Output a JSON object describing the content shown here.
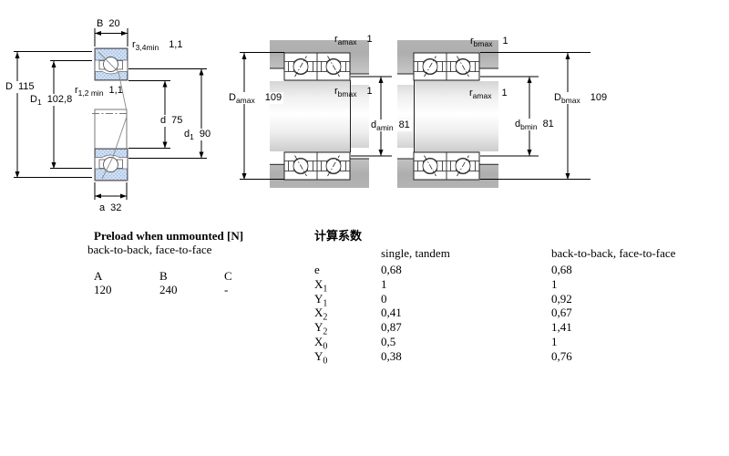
{
  "drawing": {
    "colors": {
      "ring_fill": "#d3e1f3",
      "ring_dot": "#9fbfe2",
      "steel_gray": "#aeaeae"
    },
    "dims_left": {
      "B": {
        "label": "B",
        "value": "20"
      },
      "r34": {
        "label": "r",
        "sub": "3,4min",
        "value": "1,1"
      },
      "D": {
        "label": "D",
        "value": "115"
      },
      "D1": {
        "label": "D",
        "sub": "1",
        "value": "102,8"
      },
      "r12": {
        "label": "r",
        "sub": "1,2 min",
        "value": "1,1"
      },
      "d": {
        "label": "d",
        "value": "75"
      },
      "d1": {
        "label": "d",
        "sub": "1",
        "value": "90"
      },
      "a": {
        "label": "a",
        "value": "32"
      }
    },
    "dims_arr1": {
      "ramax": {
        "label": "r",
        "sub": "amax",
        "value": "1"
      },
      "rbmax": {
        "label": "r",
        "sub": "bmax",
        "value": "1"
      },
      "Damax": {
        "label": "D",
        "sub": "amax",
        "value": "109"
      },
      "damin": {
        "label": "d",
        "sub": "amin",
        "value": "81"
      }
    },
    "dims_arr2": {
      "rbmax": {
        "label": "r",
        "sub": "bmax",
        "value": "1"
      },
      "ramax": {
        "label": "r",
        "sub": "amax",
        "value": "1"
      },
      "Dbmax": {
        "label": "D",
        "sub": "bmax",
        "value": "109"
      },
      "dbmin": {
        "label": "d",
        "sub": "bmin",
        "value": "81"
      }
    }
  },
  "preload": {
    "title": "Preload when unmounted [N]",
    "subtitle": "back-to-back, face-to-face",
    "columns": [
      "A",
      "B",
      "C"
    ],
    "values": [
      "120",
      "240",
      "-"
    ]
  },
  "factors": {
    "title": "计算系数",
    "col1": "single, tandem",
    "col2": "back-to-back, face-to-face",
    "rows": [
      {
        "f": "e",
        "v1": "0,68",
        "v2": "0,68"
      },
      {
        "f": "X",
        "s": "1",
        "v1": "1",
        "v2": "1"
      },
      {
        "f": "Y",
        "s": "1",
        "v1": "0",
        "v2": "0,92"
      },
      {
        "f": "X",
        "s": "2",
        "v1": "0,41",
        "v2": "0,67"
      },
      {
        "f": "Y",
        "s": "2",
        "v1": "0,87",
        "v2": "1,41"
      },
      {
        "f": "X",
        "s": "0",
        "v1": "0,5",
        "v2": "1"
      },
      {
        "f": "Y",
        "s": "0",
        "v1": "0,38",
        "v2": "0,76"
      }
    ]
  }
}
